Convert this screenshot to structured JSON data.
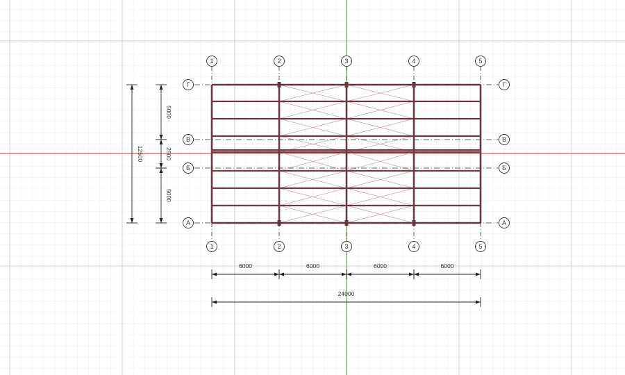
{
  "drawing": {
    "column_axes": [
      "1",
      "2",
      "3",
      "4",
      "5"
    ],
    "row_axes": [
      "А",
      "Б",
      "В",
      "Г"
    ],
    "bay_spans": [
      "6000",
      "6000",
      "6000",
      "6000"
    ],
    "total_length": "24000",
    "row_spans": [
      "5000",
      "2500",
      "5000"
    ],
    "total_width": "12500"
  },
  "colors": {
    "frame": "#6b3a40",
    "bracing": "#c9a6ab",
    "x_axis": "#e0535a",
    "y_axis": "#6aa84f",
    "grid_minor": "#ececec",
    "grid_major": "#d0d0d0",
    "dim_line": "#222222"
  }
}
